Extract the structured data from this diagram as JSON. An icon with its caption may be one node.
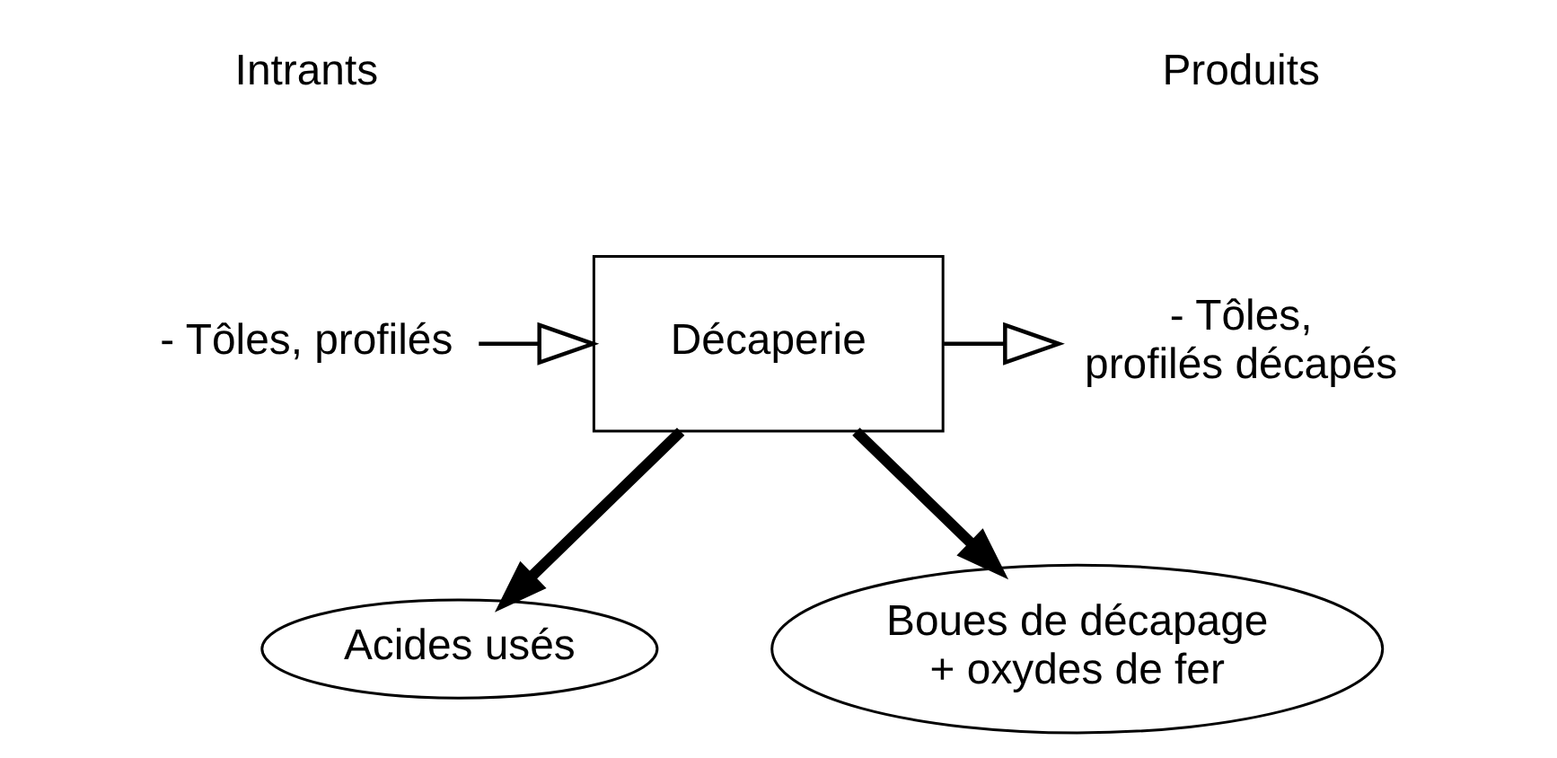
{
  "diagram": {
    "nodes": [
      {
        "text": [
          "- Tôles, profilés"
        ]
      },
      {
        "text": [
          "Décaperie"
        ]
      },
      {
        "text": [
          "- Tôles, profilés décapés"
        ]
      },
      {
        "text": [
          "Acides usés"
        ]
      },
      {
        "text": [
          "Boues de décapage + oxydes de fer"
        ]
      }
    ],
    "edges": [
      {
        "from": 0,
        "to": 1,
        "arrow": "to"
      },
      {
        "from": 1,
        "to": 2,
        "arrow": "to"
      },
      {
        "from": 1,
        "to": 3,
        "arrow": "to",
        "style": "thick"
      },
      {
        "from": 1,
        "to": 4,
        "arrow": "to",
        "style": "thick"
      }
    ],
    "labels": [
      "Intrants",
      "Produits"
    ]
  }
}
